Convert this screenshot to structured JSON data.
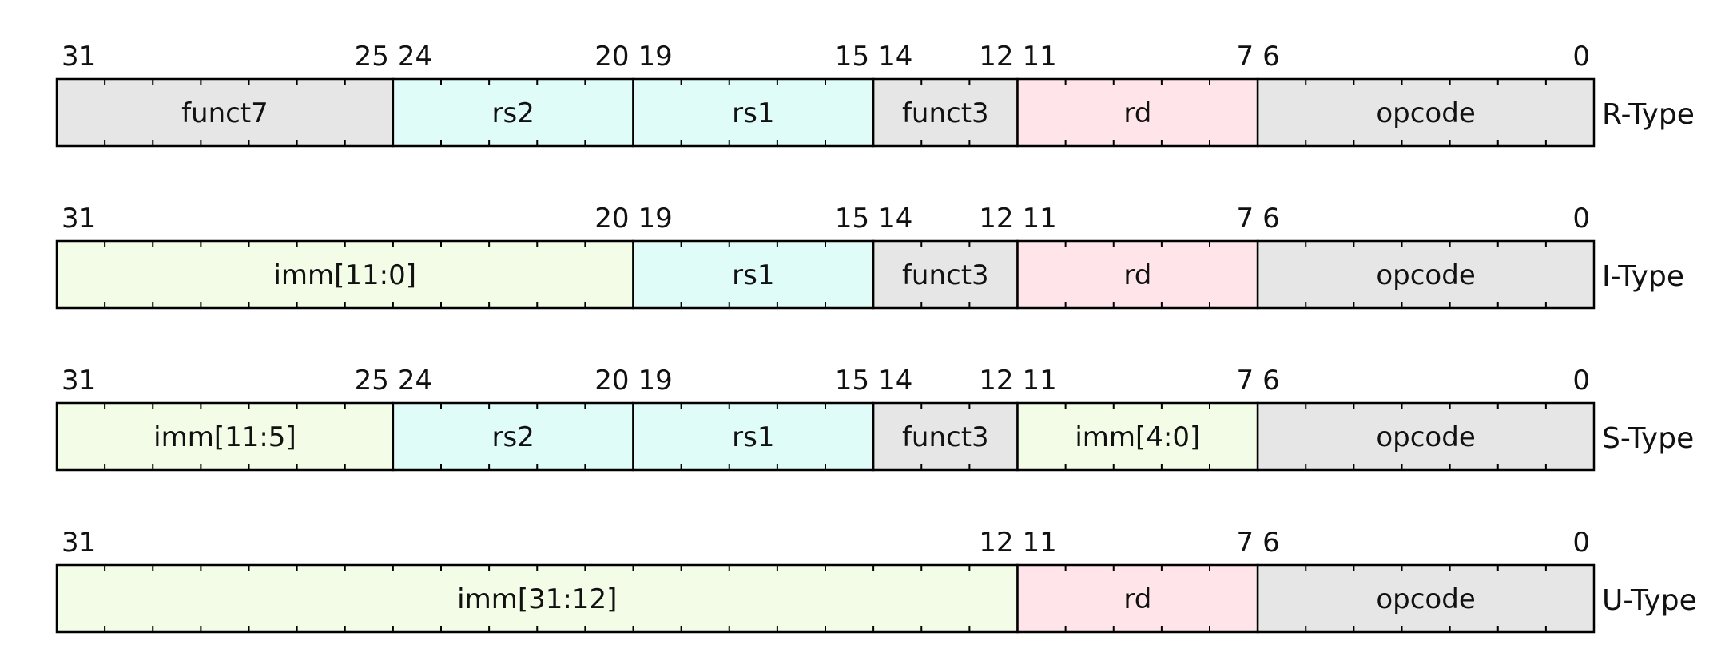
{
  "colors": {
    "gray": "#e6e6e6",
    "cyan": "#e0fcf8",
    "pink": "#ffe5ea",
    "green": "#f3fce6",
    "stroke": "#000000"
  },
  "rows": [
    {
      "type_label": "R-Type",
      "fields": [
        {
          "name": "funct7",
          "hi": 31,
          "lo": 25,
          "color": "gray"
        },
        {
          "name": "rs2",
          "hi": 24,
          "lo": 20,
          "color": "cyan"
        },
        {
          "name": "rs1",
          "hi": 19,
          "lo": 15,
          "color": "cyan"
        },
        {
          "name": "funct3",
          "hi": 14,
          "lo": 12,
          "color": "gray"
        },
        {
          "name": "rd",
          "hi": 11,
          "lo": 7,
          "color": "pink"
        },
        {
          "name": "opcode",
          "hi": 6,
          "lo": 0,
          "color": "gray"
        }
      ]
    },
    {
      "type_label": "I-Type",
      "fields": [
        {
          "name": "imm[11:0]",
          "hi": 31,
          "lo": 20,
          "color": "green"
        },
        {
          "name": "rs1",
          "hi": 19,
          "lo": 15,
          "color": "cyan"
        },
        {
          "name": "funct3",
          "hi": 14,
          "lo": 12,
          "color": "gray"
        },
        {
          "name": "rd",
          "hi": 11,
          "lo": 7,
          "color": "pink"
        },
        {
          "name": "opcode",
          "hi": 6,
          "lo": 0,
          "color": "gray"
        }
      ]
    },
    {
      "type_label": "S-Type",
      "fields": [
        {
          "name": "imm[11:5]",
          "hi": 31,
          "lo": 25,
          "color": "green"
        },
        {
          "name": "rs2",
          "hi": 24,
          "lo": 20,
          "color": "cyan"
        },
        {
          "name": "rs1",
          "hi": 19,
          "lo": 15,
          "color": "cyan"
        },
        {
          "name": "funct3",
          "hi": 14,
          "lo": 12,
          "color": "gray"
        },
        {
          "name": "imm[4:0]",
          "hi": 11,
          "lo": 7,
          "color": "green"
        },
        {
          "name": "opcode",
          "hi": 6,
          "lo": 0,
          "color": "gray"
        }
      ]
    },
    {
      "type_label": "U-Type",
      "fields": [
        {
          "name": "imm[31:12]",
          "hi": 31,
          "lo": 12,
          "color": "green"
        },
        {
          "name": "rd",
          "hi": 11,
          "lo": 7,
          "color": "pink"
        },
        {
          "name": "opcode",
          "hi": 6,
          "lo": 0,
          "color": "gray"
        }
      ]
    }
  ]
}
